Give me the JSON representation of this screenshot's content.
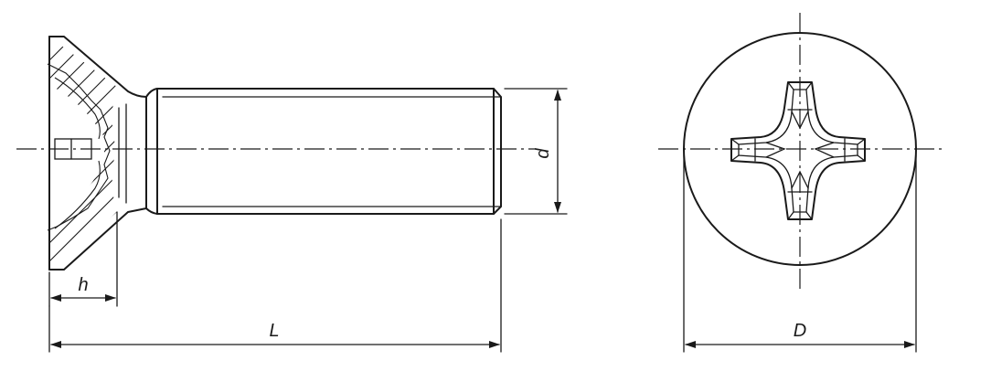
{
  "figure": {
    "view_side": "side-view",
    "view_head": "head-view-phillips-cross",
    "stroke_color": "#1a1a1a",
    "background": "#ffffff"
  },
  "dimensions": {
    "d": "d",
    "h": "h",
    "L": "L",
    "D": "D"
  }
}
